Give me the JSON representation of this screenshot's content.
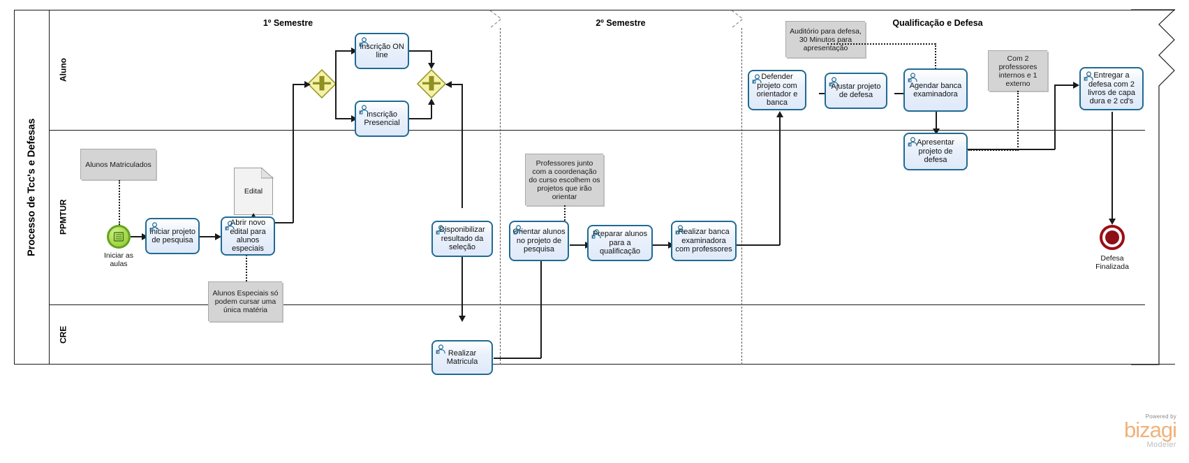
{
  "pool": {
    "title": "Processo de Tcc's e Defesas"
  },
  "lanes": [
    {
      "id": "aluno",
      "label": "Aluno"
    },
    {
      "id": "ppmtur",
      "label": "PPMTUR"
    },
    {
      "id": "cre",
      "label": "CRE"
    }
  ],
  "phases": [
    {
      "id": "sem1",
      "label": "1º Semestre"
    },
    {
      "id": "sem2",
      "label": "2º Semestre"
    },
    {
      "id": "qdef",
      "label": "Qualificação e Defesa"
    }
  ],
  "events": [
    {
      "id": "start-aulas",
      "type": "start-message",
      "label": "Iniciar as\naulas",
      "label_line1": "Iniciar as",
      "label_line2": "aulas"
    },
    {
      "id": "end-defesa",
      "type": "end-terminate",
      "label_line1": "Defesa",
      "label_line2": "Finalizada"
    }
  ],
  "gateways": [
    {
      "id": "gw-split",
      "type": "parallel",
      "symbol": "+"
    },
    {
      "id": "gw-join",
      "type": "parallel",
      "symbol": "+"
    }
  ],
  "tasks": [
    {
      "id": "iniciar-projeto",
      "lane": "ppmtur",
      "icon": "user-task-icon",
      "label": "Iniciar projeto de pesquisa"
    },
    {
      "id": "abrir-edital",
      "lane": "ppmtur",
      "icon": "user-task-icon",
      "label": "Abrir novo edital para alunos especiais"
    },
    {
      "id": "inscricao-online",
      "lane": "aluno",
      "icon": "user-task-icon",
      "label": "Inscrição ON line"
    },
    {
      "id": "inscricao-presencial",
      "lane": "aluno",
      "icon": "user-task-icon",
      "label": "Inscrição Presencial"
    },
    {
      "id": "disponibilizar-resultado",
      "lane": "ppmtur",
      "icon": "user-task-icon",
      "label": "Disponibilizar resultado da seleção"
    },
    {
      "id": "realizar-matricula",
      "lane": "cre",
      "icon": "user-task-icon",
      "label": "Realizar Matricula"
    },
    {
      "id": "orientar-alunos",
      "lane": "ppmtur",
      "icon": "user-task-icon",
      "label": "Orientar alunos no projeto de pesquisa"
    },
    {
      "id": "preparar-alunos",
      "lane": "ppmtur",
      "icon": "user-task-icon",
      "label": "Preparar alunos para a qualificação"
    },
    {
      "id": "realizar-banca",
      "lane": "ppmtur",
      "icon": "user-task-icon",
      "label": "Realizar banca examinadora com professores"
    },
    {
      "id": "defender-projeto",
      "lane": "aluno",
      "icon": "user-task-icon",
      "label": "Defender projeto com orientador e banca"
    },
    {
      "id": "ajustar-projeto",
      "lane": "aluno",
      "icon": "user-task-icon",
      "label": "Ajustar projeto de defesa"
    },
    {
      "id": "agendar-banca",
      "lane": "aluno",
      "icon": "user-task-icon",
      "label": "Agendar banca examinadora"
    },
    {
      "id": "apresentar-projeto",
      "lane": "aluno",
      "icon": "user-task-icon",
      "label": "Apresentar projeto de defesa"
    },
    {
      "id": "entregar-defesa",
      "lane": "aluno",
      "icon": "user-task-icon",
      "label": "Entregar a defesa com 2 livros de capa dura e 2 cd's"
    }
  ],
  "notes": [
    {
      "id": "note-alunos-matriculados",
      "text": "Alunos Matriculados"
    },
    {
      "id": "note-alunos-especiais",
      "text": "Alunos Especiais só podem cursar uma única matéria"
    },
    {
      "id": "note-professores",
      "text": "Professores junto com a coordenação do curso escolhem os projetos que irão orientar"
    },
    {
      "id": "note-auditorio",
      "text": "Auditório para defesa, 30 Minutos para apresentação"
    },
    {
      "id": "note-professores-banca",
      "text": "Com 2 professores internos e 1 externo"
    }
  ],
  "data_objects": [
    {
      "id": "data-edital",
      "label": "Edital"
    }
  ],
  "branding": {
    "powered_by": "Powered by",
    "name": "bizagi",
    "product": "Modeler"
  },
  "colors": {
    "task_border": "#1f6a93",
    "task_fill": "#dfe9f9",
    "gateway_fill": "#f5f2a8",
    "gateway_border": "#9a9a2e",
    "gateway_symbol": "#8f8f22",
    "start_event": "#8cc63f",
    "end_event": "#8c1016",
    "note_fill": "#d4d4d4",
    "brand": "#f0b27a"
  }
}
